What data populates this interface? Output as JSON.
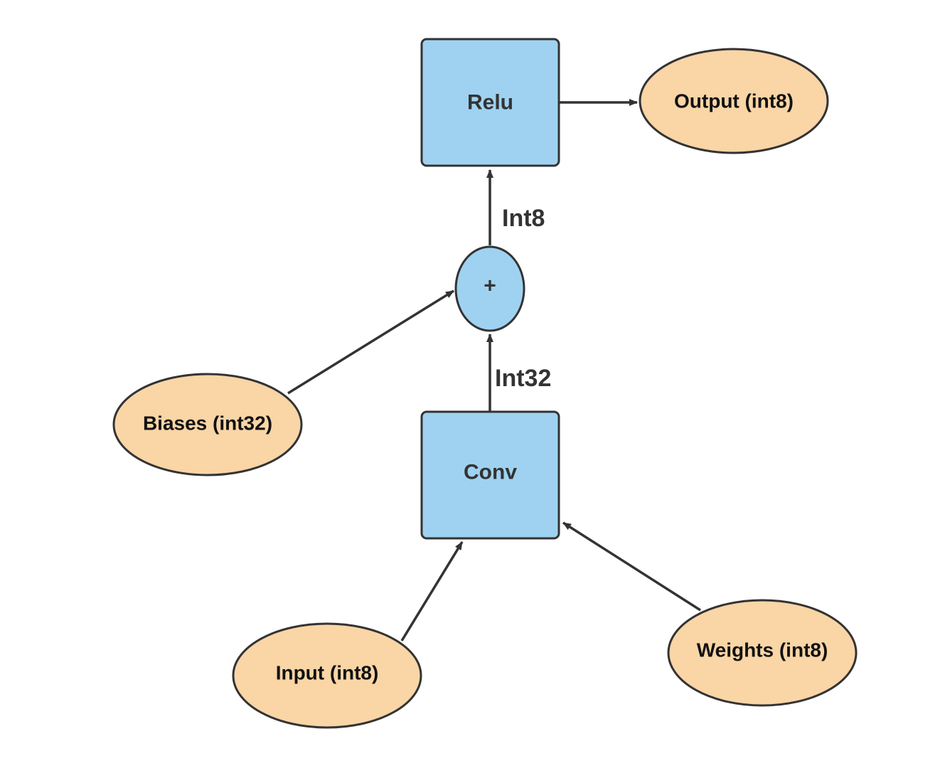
{
  "colors": {
    "op_fill": "#9fd2f1",
    "io_fill": "#fad5a6",
    "stroke": "#333333"
  },
  "nodes": {
    "relu": {
      "label": "Relu",
      "shape": "rounded-rectangle"
    },
    "conv": {
      "label": "Conv",
      "shape": "rounded-rectangle"
    },
    "add": {
      "label": "+",
      "shape": "ellipse"
    },
    "output": {
      "label": "Output (int8)",
      "shape": "ellipse"
    },
    "biases": {
      "label": "Biases (int32)",
      "shape": "ellipse"
    },
    "input": {
      "label": "Input (int8)",
      "shape": "ellipse"
    },
    "weights": {
      "label": "Weights (int8)",
      "shape": "ellipse"
    }
  },
  "edges": [
    {
      "from": "input",
      "to": "conv",
      "label": ""
    },
    {
      "from": "weights",
      "to": "conv",
      "label": ""
    },
    {
      "from": "conv",
      "to": "add",
      "label": "Int32"
    },
    {
      "from": "biases",
      "to": "add",
      "label": ""
    },
    {
      "from": "add",
      "to": "relu",
      "label": "Int8"
    },
    {
      "from": "relu",
      "to": "output",
      "label": ""
    }
  ],
  "edge_labels": {
    "int32": "Int32",
    "int8": "Int8"
  }
}
